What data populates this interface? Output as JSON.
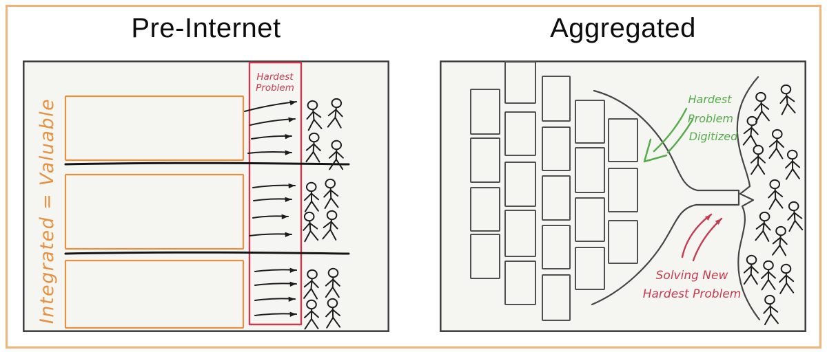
{
  "titles": {
    "left": "Pre-Internet",
    "right": "Aggregated"
  },
  "left_panel": {
    "side_label": "Integrated = Valuable",
    "hardest_problem_label": [
      "Hardest",
      "Problem"
    ],
    "section_count": 3,
    "arrows_per_section": 4,
    "consumers_per_section": 4
  },
  "right_panel": {
    "digitized_label": [
      "Hardest",
      "Problem",
      "Digitized"
    ],
    "solving_label": [
      "Solving New",
      "Hardest Problem"
    ],
    "supplier_box_count": 21,
    "consumer_count": 14
  },
  "colors": {
    "frame_orange": "#f2b377",
    "integrated_orange": "#e59140",
    "hardest_red": "#c63a50",
    "digitized_green": "#55ad49",
    "ink_black": "#1c1c1c",
    "panel_border": "#3d3d3d",
    "panel_bg": "#f5f5f2",
    "box_border": "#4f4f4f"
  }
}
